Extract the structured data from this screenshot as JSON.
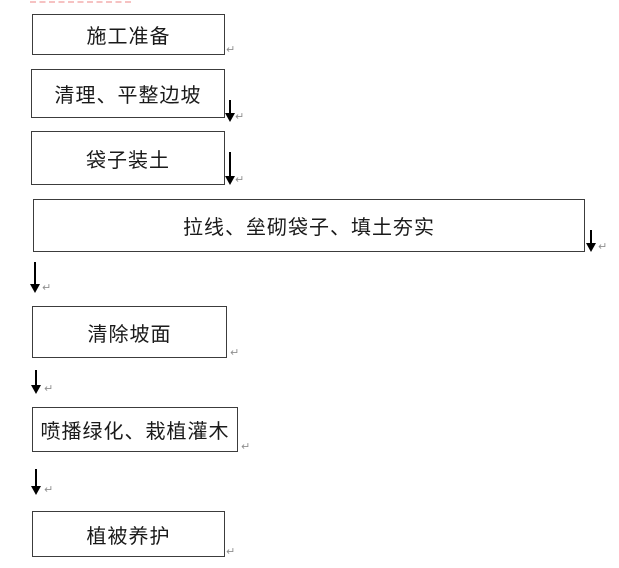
{
  "document": {
    "background_color": "#ffffff",
    "box_border_color": "#3c3c3c",
    "box_fill_color": "#ffffff",
    "text_color": "#1a1a1a",
    "arrow_color": "#000000",
    "paragraph_mark": "↵",
    "paragraph_mark_color": "#8f8f8f",
    "dashed_line_color": "#f6c2c2"
  },
  "flowchart": {
    "type": "vertical-process-flow",
    "steps": [
      {
        "label": "施工准备"
      },
      {
        "label": "清理、平整边坡"
      },
      {
        "label": "袋子装土"
      },
      {
        "label": "拉线、垒砌袋子、填土夯实"
      },
      {
        "label": "清除坡面"
      },
      {
        "label": "喷播绿化、栽植灌木"
      },
      {
        "label": "植被养护"
      }
    ]
  }
}
